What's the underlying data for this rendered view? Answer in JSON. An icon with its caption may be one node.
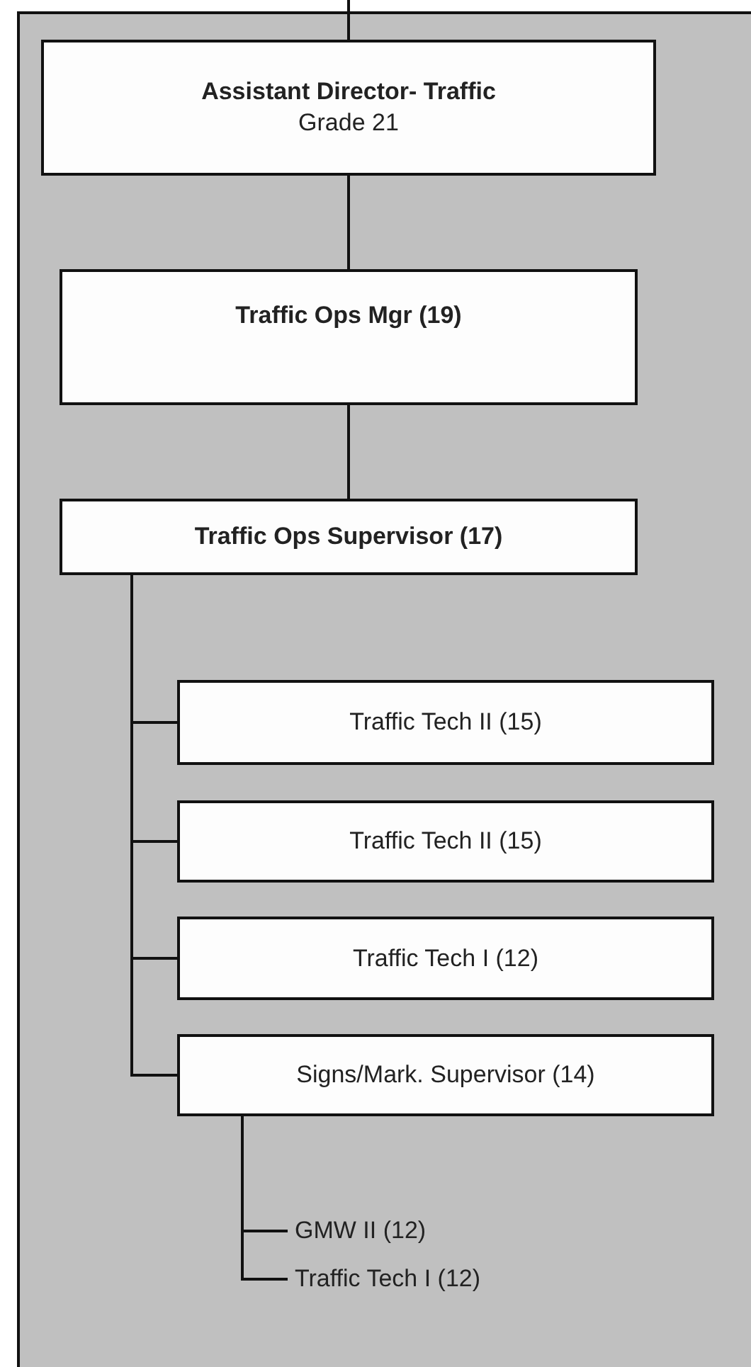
{
  "diagram": {
    "nodes": [
      {
        "text": [
          "Assistant Director- Traffic",
          "Grade 21"
        ]
      },
      {
        "text": [
          "Traffic Ops Mgr (19)"
        ]
      },
      {
        "text": [
          "Traffic Ops Supervisor (17)"
        ]
      },
      {
        "text": [
          "Traffic Tech II (15)"
        ]
      },
      {
        "text": [
          "Traffic Tech II (15)"
        ]
      },
      {
        "text": [
          "Traffic Tech I (12)"
        ]
      },
      {
        "text": [
          "Signs/Mark. Supervisor (14)"
        ]
      },
      {
        "text": [
          "GMW II (12)"
        ]
      },
      {
        "text": [
          "Traffic Tech I (12)"
        ]
      }
    ],
    "edges": [
      {
        "from": null,
        "to": 0,
        "arrow": "none"
      },
      {
        "from": 0,
        "to": 1,
        "arrow": "none"
      },
      {
        "from": 1,
        "to": 2,
        "arrow": "none"
      },
      {
        "from": 2,
        "to": 3,
        "arrow": "none"
      },
      {
        "from": 2,
        "to": 4,
        "arrow": "none"
      },
      {
        "from": 2,
        "to": 5,
        "arrow": "none"
      },
      {
        "from": 2,
        "to": 6,
        "arrow": "none"
      },
      {
        "from": 6,
        "to": 7,
        "arrow": "none"
      },
      {
        "from": 6,
        "to": 8,
        "arrow": "none"
      }
    ]
  }
}
